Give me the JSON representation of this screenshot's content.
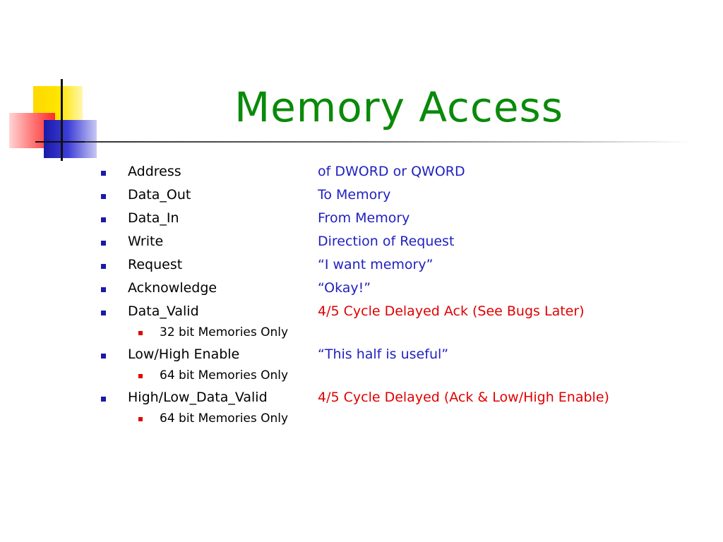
{
  "slide": {
    "title": "Memory Access",
    "colors": {
      "title": "#0a8a0a",
      "blue_text": "#1f1fc0",
      "red_text": "#e00000",
      "bullet": "#1a1aa8"
    },
    "items": [
      {
        "term": "Address",
        "desc": "of DWORD or QWORD",
        "desc_color": "blue"
      },
      {
        "term": "Data_Out",
        "desc": "To Memory",
        "desc_color": "blue"
      },
      {
        "term": "Data_In",
        "desc": "From Memory",
        "desc_color": "blue"
      },
      {
        "term": "Write",
        "desc": "Direction of Request",
        "desc_color": "blue"
      },
      {
        "term": "Request",
        "desc": "“I want memory”",
        "desc_color": "blue"
      },
      {
        "term": "Acknowledge",
        "desc": "“Okay!”",
        "desc_color": "blue"
      },
      {
        "term": "Data_Valid",
        "desc": "4/5 Cycle Delayed Ack (See Bugs Later)",
        "desc_color": "red",
        "sub": "32 bit Memories Only"
      },
      {
        "term": "Low/High Enable",
        "desc": "“This half is useful”",
        "desc_color": "blue",
        "sub": "64 bit Memories Only"
      },
      {
        "term": "High/Low_Data_Valid",
        "desc": "4/5 Cycle Delayed (Ack & Low/High Enable)",
        "desc_color": "red",
        "sub": "64 bit Memories Only"
      }
    ]
  }
}
